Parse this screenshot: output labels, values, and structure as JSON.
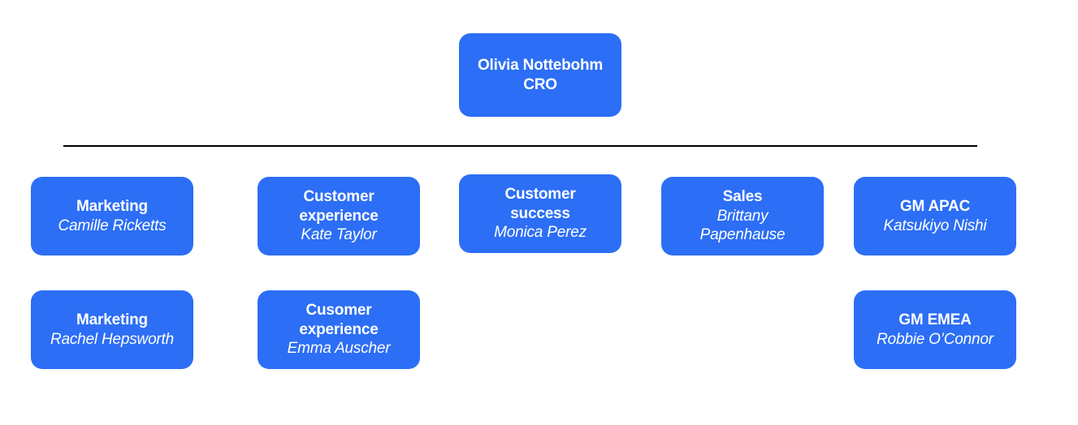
{
  "chart": {
    "type": "org-chart",
    "background_color": "#ffffff",
    "node_color": "#2c6ef5",
    "node_text_color": "#ffffff",
    "connector_color": "#000000",
    "root": {
      "role": "Olivia Nottebohm",
      "detail": "CRO"
    },
    "rows": [
      {
        "nodes": [
          {
            "role": "Marketing",
            "person": "Camille Ricketts"
          },
          {
            "role": "Customer\nexperience",
            "person": "Kate Taylor"
          },
          {
            "role": "Customer\nsuccess",
            "person": "Monica Perez"
          },
          {
            "role": "Sales",
            "person": "Brittany\nPapenhause"
          },
          {
            "role": "GM APAC",
            "person": "Katsukiyo Nishi"
          }
        ]
      },
      {
        "nodes": [
          {
            "role": "Marketing",
            "person": "Rachel Hepsworth"
          },
          {
            "role": "Cusomer\nexperience",
            "person": "Emma Auscher"
          },
          {
            "role": "GM EMEA",
            "person": "Robbie O’Connor"
          }
        ]
      }
    ]
  }
}
